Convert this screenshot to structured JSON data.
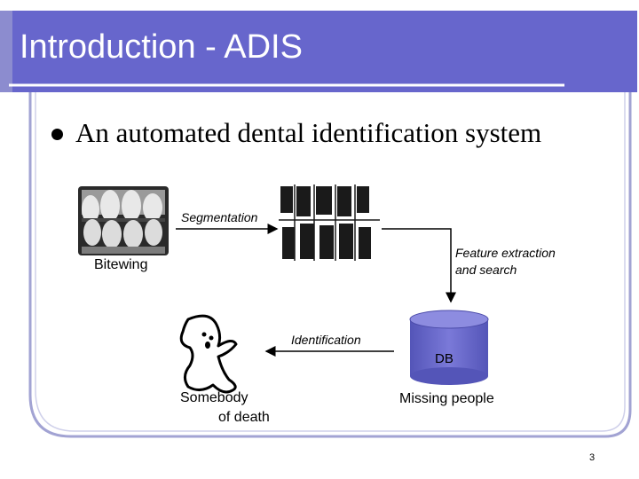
{
  "slide": {
    "title": "Introduction - ADIS",
    "bullet": "An automated dental identification system",
    "page_number": "3"
  },
  "diagram": {
    "bitewing_label": "Bitewing",
    "segmentation_label": "Segmentation",
    "feature_label_line1": "Feature extraction",
    "feature_label_line2": "and search",
    "identification_label": "Identification",
    "db_label": "DB",
    "missing_label": "Missing people",
    "somebody_line1": "Somebody",
    "somebody_line2": "of death"
  },
  "colors": {
    "header": "#6766cc",
    "border": "#a2a3d3",
    "xray_light": "#e6e6e6",
    "xray_dark": "#222222",
    "db_fill": "#6766cc"
  },
  "icons": [
    "ghost-icon"
  ]
}
